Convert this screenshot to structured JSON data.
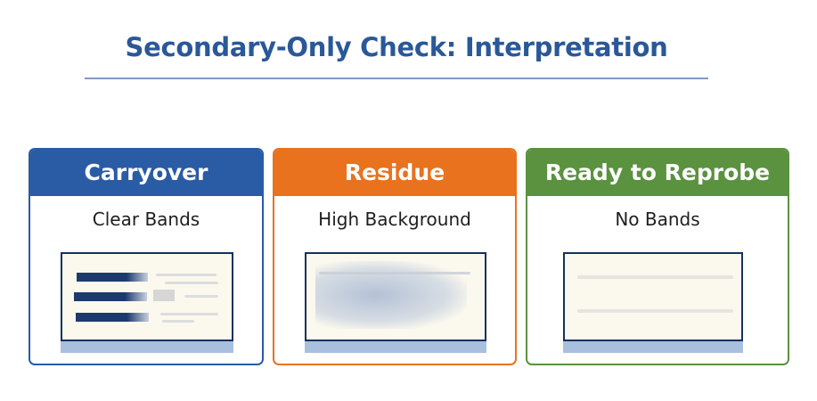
{
  "title": "Secondary-Only Check: Interpretation",
  "cards": [
    {
      "header": "Carryover",
      "subtitle": "Clear Bands",
      "color": "#2a5ba5"
    },
    {
      "header": "Residue",
      "subtitle": "High Background",
      "color": "#e8721e"
    },
    {
      "header": "Ready to Reprobe",
      "subtitle": "No Bands",
      "color": "#5a9240"
    }
  ]
}
